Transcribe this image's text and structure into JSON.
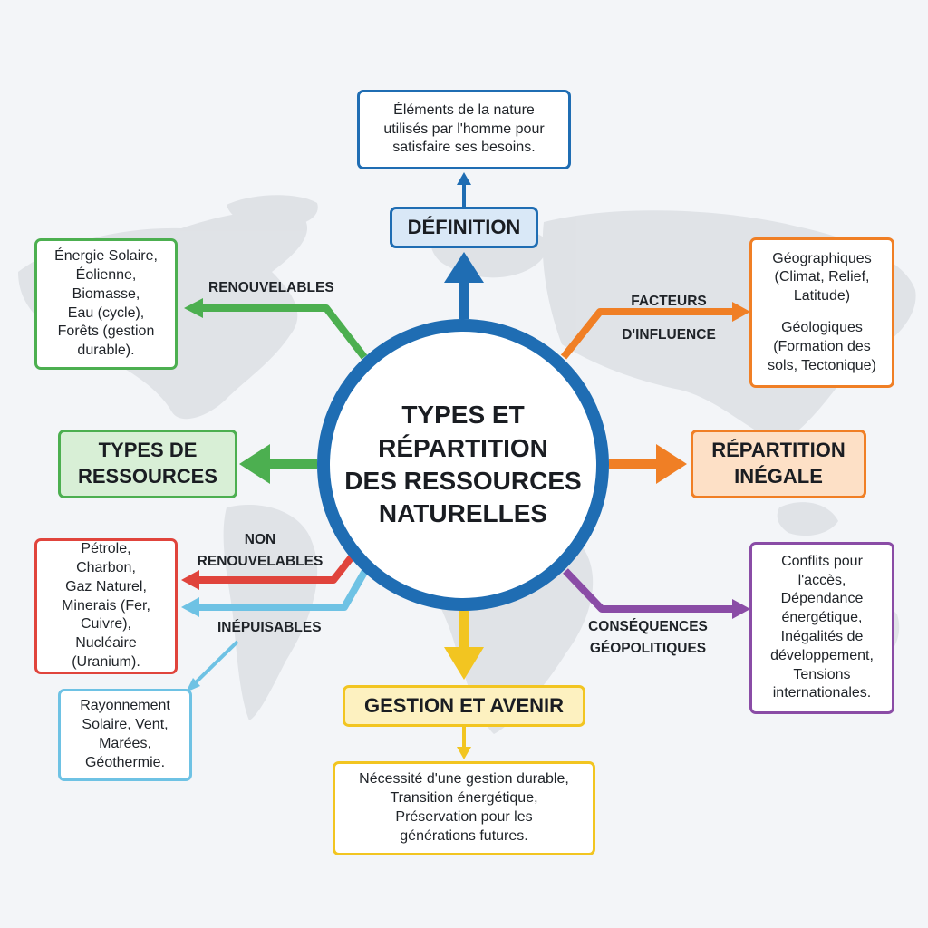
{
  "colors": {
    "blue": "#1f6db3",
    "green": "#4caf50",
    "orange": "#f07f25",
    "red": "#e0443c",
    "light_blue": "#6ec2e4",
    "purple": "#8a4ca6",
    "yellow": "#f2c521"
  },
  "center": {
    "lines": [
      "TYPES ET",
      "RÉPARTITION",
      "DES RESSOURCES",
      "NATURELLES"
    ]
  },
  "definition": {
    "title": "DÉFINITION",
    "text_lines": [
      "Éléments de la nature",
      "utilisés par l'homme pour",
      "satisfaire ses besoins."
    ]
  },
  "types": {
    "title_lines": [
      "TYPES DE",
      "RESSOURCES"
    ],
    "renouvelables": {
      "label": "RENOUVELABLES",
      "text_lines": [
        "Énergie Solaire,",
        "Éolienne,",
        "Biomasse,",
        "Eau (cycle),",
        "Forêts (gestion",
        "durable)."
      ]
    },
    "non_renouvelables": {
      "label_lines": [
        "NON",
        "RENOUVELABLES"
      ],
      "text_lines": [
        "Pétrole,",
        "Charbon,",
        "Gaz Naturel,",
        "Minerais (Fer,",
        "Cuivre),",
        "Nucléaire",
        "(Uranium)."
      ]
    },
    "inepuisables": {
      "label": "INÉPUISABLES",
      "text_lines": [
        "Rayonnement",
        "Solaire, Vent,",
        "Marées,",
        "Géothermie."
      ]
    }
  },
  "facteurs": {
    "label_lines": [
      "FACTEURS",
      "D'INFLUENCE"
    ],
    "text_group1": [
      "Géographiques",
      "(Climat, Relief,",
      "Latitude)"
    ],
    "text_group2": [
      "Géologiques",
      "(Formation des",
      "sols, Tectonique)"
    ]
  },
  "repartition": {
    "title_lines": [
      "RÉPARTITION",
      "INÉGALE"
    ]
  },
  "consequences": {
    "label_lines": [
      "CONSÉQUENCES",
      "GÉOPOLITIQUES"
    ],
    "text_lines": [
      "Conflits pour",
      "l'accès,",
      "Dépendance",
      "énergétique,",
      "Inégalités de",
      "développement,",
      "Tensions",
      "internationales."
    ]
  },
  "gestion": {
    "title": "GESTION ET AVENIR",
    "text_lines": [
      "Nécessité d'une gestion durable,",
      "Transition énergétique,",
      "Préservation pour les",
      "générations futures."
    ]
  }
}
